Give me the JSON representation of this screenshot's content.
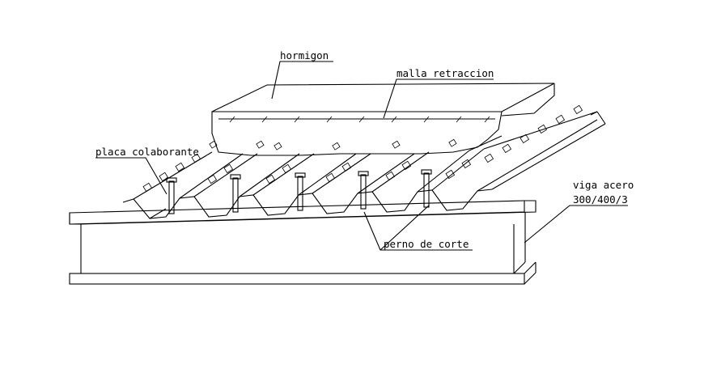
{
  "labels": {
    "hormigon": "hormigon",
    "malla": "malla retraccion",
    "placa": "placa colaborante",
    "viga_line1": "viga acero",
    "viga_line2": "300/400/3",
    "perno": "perno de corte"
  },
  "colors": {
    "ink": "#000000",
    "background": "#ffffff"
  }
}
